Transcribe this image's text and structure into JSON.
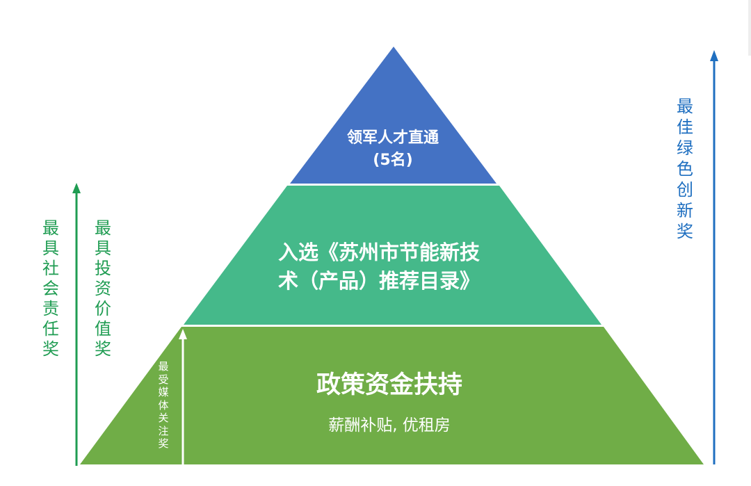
{
  "colors": {
    "top_tier": "#4472c4",
    "middle_tier": "#45b98a",
    "bottom_tier": "#70ad47",
    "left_arrow": "#1f9c52",
    "right_arrow": "#1f6fc0",
    "inner_arrow": "#ffffff"
  },
  "pyramid": {
    "top": {
      "line1": "领军人才直通",
      "line2": "(5名)"
    },
    "middle": {
      "line1": "入选《苏州市节能新技",
      "line2": "术（产品）推荐目录》"
    },
    "bottom": {
      "title": "政策资金扶持",
      "subtitle": "薪酬补贴, 优租房"
    }
  },
  "labels": {
    "social_responsibility": "最具社会责任奖",
    "investment_value": "最具投资价值奖",
    "media_attention": "最受媒体关注奖",
    "green_innovation": "最佳绿色创新奖"
  }
}
